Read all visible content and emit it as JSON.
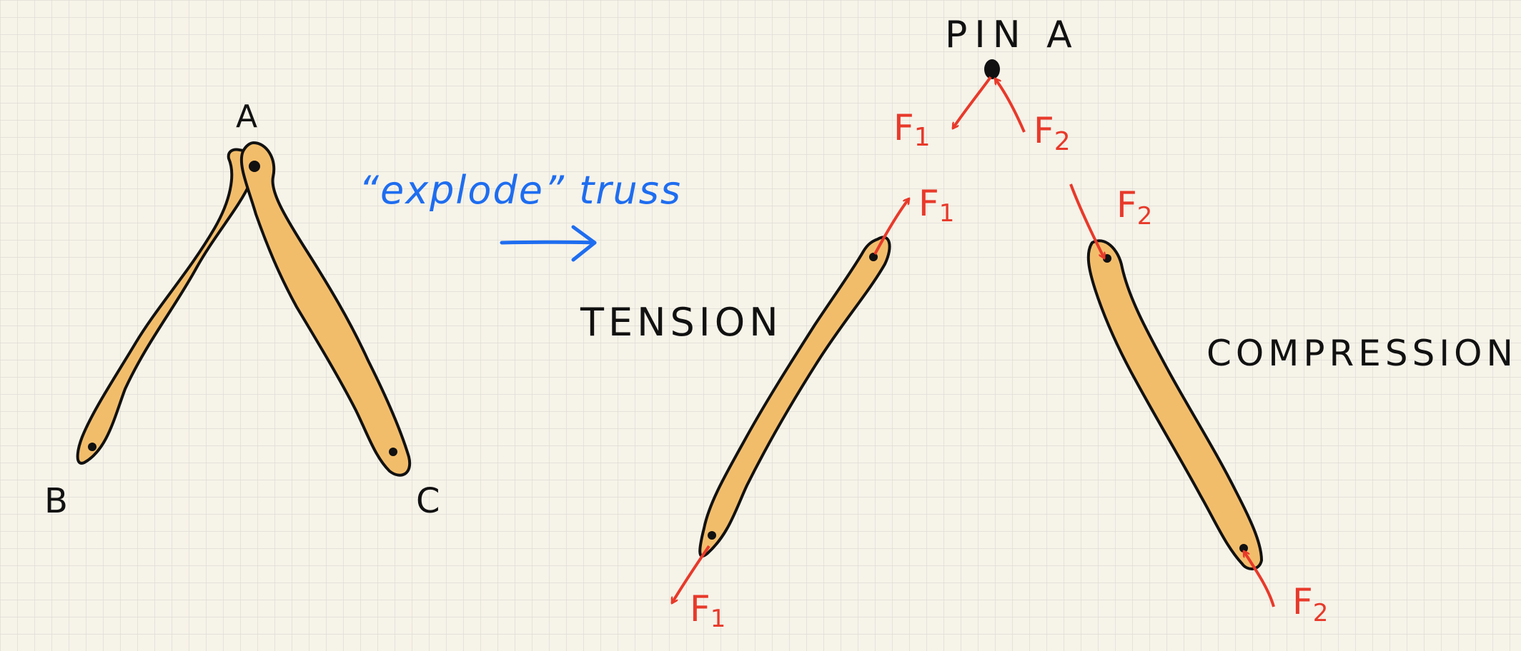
{
  "colors": {
    "paper": "#f6f3e9",
    "grid": "#d9d8d0",
    "member_fill": "#f2bd6b",
    "outline": "#111111",
    "force_arrow": "#e8392a",
    "annotation": "#1e6df0"
  },
  "assembled_truss": {
    "joint_labels": {
      "a": "A",
      "b": "B",
      "c": "C"
    }
  },
  "annotation": {
    "text": "“explode” truss",
    "arrow_icon": "arrow-right-icon"
  },
  "pin_free_body": {
    "title": "PIN A",
    "forces": {
      "f1_label": "F",
      "f1_sub": "1",
      "f2_label": "F",
      "f2_sub": "2"
    }
  },
  "tension_member": {
    "label": "TENSION",
    "top_force": {
      "label": "F",
      "sub": "1"
    },
    "bottom_force": {
      "label": "F",
      "sub": "1"
    }
  },
  "compression_member": {
    "label": "COMPRESSION",
    "top_force": {
      "label": "F",
      "sub": "2"
    },
    "bottom_force": {
      "label": "F",
      "sub": "2"
    }
  }
}
